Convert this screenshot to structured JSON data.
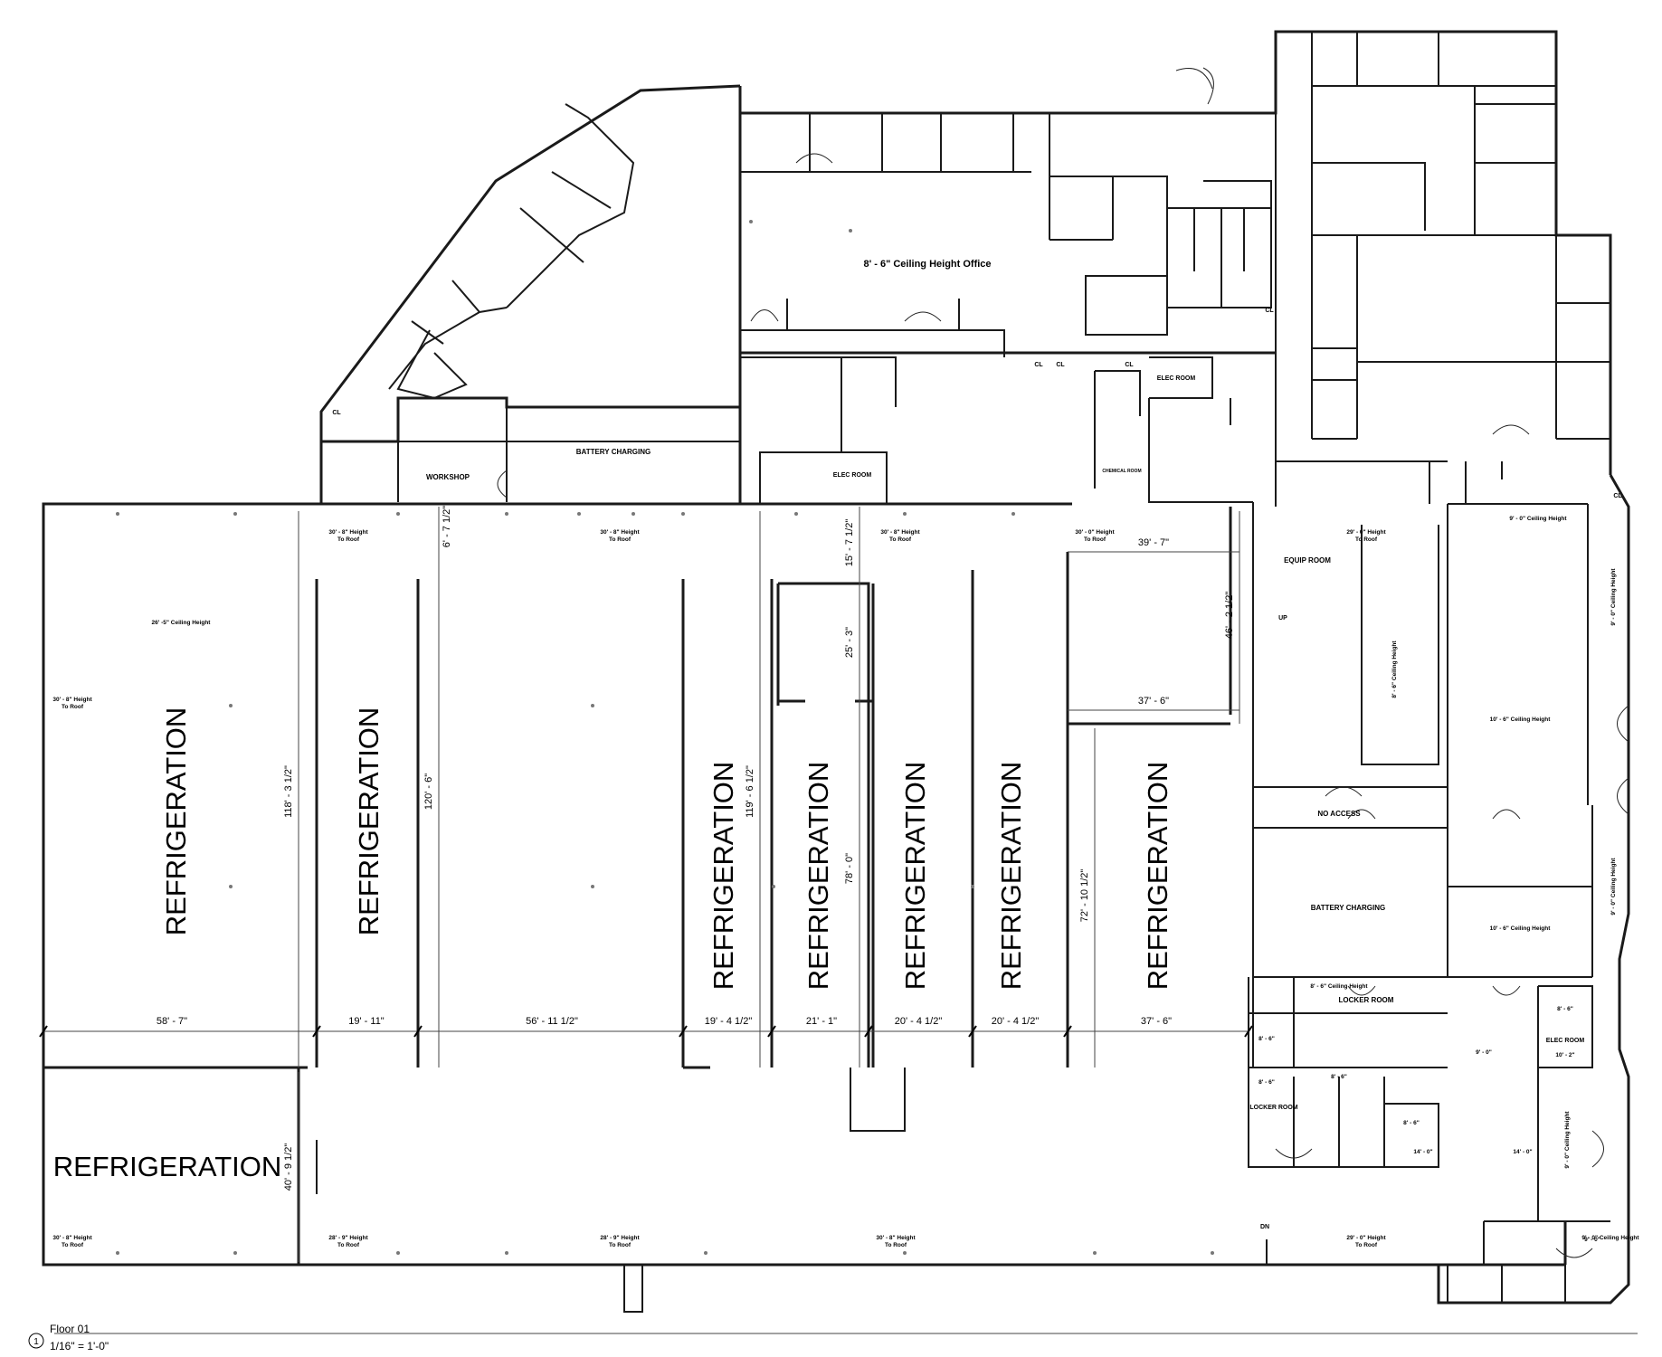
{
  "labels": {
    "office_ceiling": "8' - 6\" Ceiling Height Office",
    "battery_charging_top": "BATTERY CHARGING",
    "workshop": "WORKSHOP",
    "elec_room_a": "ELEC ROOM",
    "elec_room_b": "ELEC ROOM",
    "elec_room_c": "ELEC ROOM",
    "chemical_room": "CHEMICAL ROOM",
    "equip_room": "EQUIP ROOM",
    "no_access": "NO ACCESS",
    "battery_charging_right": "BATTERY CHARGING",
    "locker_room_a": "LOCKER ROOM",
    "locker_room_b": "LOCKER ROOM",
    "cl_a": "CL",
    "cl_b": "CL",
    "cl_c": "CL",
    "cl_d": "CL",
    "cl_e": "CL",
    "cl_f": "CL",
    "up": "UP",
    "dn": "DN"
  },
  "heights": {
    "h1": "30' - 8\" Height\nTo Roof",
    "h2": "30' - 8\" Height\nTo Roof",
    "h3": "30' - 8\" Height\nTo Roof",
    "h4": "30' - 0\" Height\nTo Roof",
    "h5": "29' - 0\" Height\nTo Roof",
    "h6": "30' - 8\" Height\nTo Roof",
    "h7": "30' - 8\" Height\nTo Roof",
    "h8": "28' - 9\" Height\nTo Roof",
    "h9": "28' - 9\" Height\nTo Roof",
    "h10": "30' - 8\" Height\nTo Roof",
    "h11": "29' - 0\" Height\nTo Roof",
    "c1": "26' -5\" Ceiling Height",
    "c2": "9' - 0\" Ceiling Height",
    "c3": "9' - 0\" Ceiling Height",
    "c4": "8' - 6\" Ceiling Height",
    "c5": "10' - 6\" Ceiling Height",
    "c6": "9' - 0\" Ceiling Height",
    "c7": "10' - 6\" Ceiling Height",
    "c8": "8' - 6\" Ceiling Height",
    "c9": "9' - 0\" Ceiling Height",
    "c10": "9' - 0\" Ceiling Height",
    "r1": "8' - 6\"",
    "r2": "8' - 6\"",
    "r3": "8' - 6\"",
    "r4": "8' - 6\"",
    "r5": "8' - 6\"",
    "r6": "9' - 0\"",
    "r7": "10' - 2\"",
    "r8": "14' - 0\"",
    "r9": "14' - 0\"",
    "r10": "9' - 0\""
  },
  "zones": {
    "z1": "REFRIGERATION",
    "z2": "REFRIGERATION",
    "z3": "REFRIGERATION",
    "z4": "REFRIGERATION",
    "z5": "REFRIGERATION",
    "z6": "REFRIGERATION",
    "z7": "REFRIGERATION",
    "z8": "REFRIGERATION"
  },
  "dimensions": {
    "d1": "58' - 7\"",
    "d2": "19' - 11\"",
    "d3": "56' - 11 1/2\"",
    "d4": "19' - 4 1/2\"",
    "d5": "21' - 1\"",
    "d6": "20' - 4 1/2\"",
    "d7": "20' - 4 1/2\"",
    "d8": "37' - 6\"",
    "d9": "39' - 7\"",
    "d10": "37' - 6\"",
    "v1": "118' - 3 1/2\"",
    "v2": "120' - 6\"",
    "v3": "119' - 6 1/2\"",
    "v4": "78' - 0\"",
    "v5": "72' - 10 1/2\"",
    "v6": "46' - 2 1/2\"",
    "v7": "40' - 9 1/2\"",
    "v8": "6' - 7 1/2\"",
    "v9": "15' - 7 1/2\"",
    "v10": "25' - 3\""
  },
  "title_block": {
    "number": "1",
    "name": "Floor 01",
    "scale": "1/16\" = 1'-0\""
  }
}
